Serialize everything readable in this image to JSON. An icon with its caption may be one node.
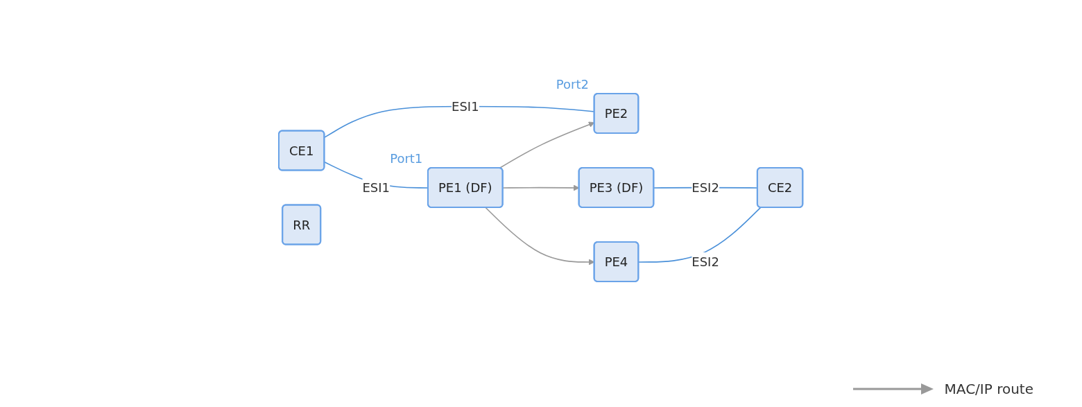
{
  "diagram": {
    "nodes": [
      {
        "text": [
          "CE1"
        ]
      },
      {
        "text": [
          "PE1 (DF)"
        ],
        "beside": [
          "Port1"
        ]
      },
      {
        "text": [
          "PE2"
        ],
        "beside": [
          "Port2"
        ]
      },
      {
        "text": [
          "RR"
        ]
      },
      {
        "text": [
          "PE3 (DF)"
        ]
      },
      {
        "text": [
          "PE4"
        ]
      },
      {
        "text": [
          "CE2"
        ]
      }
    ],
    "edges": [
      {
        "from": 0,
        "to": 1,
        "arrow": "none",
        "label": "ESI1"
      },
      {
        "from": 0,
        "to": 2,
        "arrow": "none",
        "label": "ESI1"
      },
      {
        "from": 1,
        "to": 4,
        "arrow": "to",
        "color": "#999999"
      },
      {
        "from": 1,
        "to": 2,
        "arrow": "to",
        "color": "#999999"
      },
      {
        "from": 1,
        "to": 5,
        "arrow": "to",
        "color": "#999999"
      },
      {
        "from": 4,
        "to": 6,
        "arrow": "none",
        "label": "ESI2"
      },
      {
        "from": 5,
        "to": 6,
        "arrow": "none",
        "label": "ESI2"
      }
    ],
    "legend": [
      {
        "text": "MAC/IP route"
      }
    ]
  }
}
